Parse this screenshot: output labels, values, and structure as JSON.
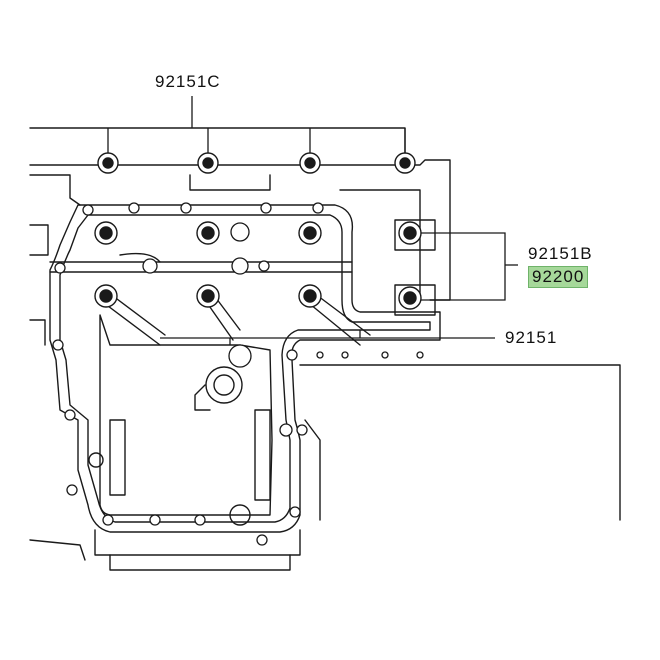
{
  "labels": {
    "p92151c": "92151C",
    "p92151b": "92151B",
    "p92200": "92200",
    "p92151": "92151"
  },
  "colors": {
    "line": "#1a1a1a",
    "highlight": "#a6d89a",
    "background": "#ffffff"
  }
}
